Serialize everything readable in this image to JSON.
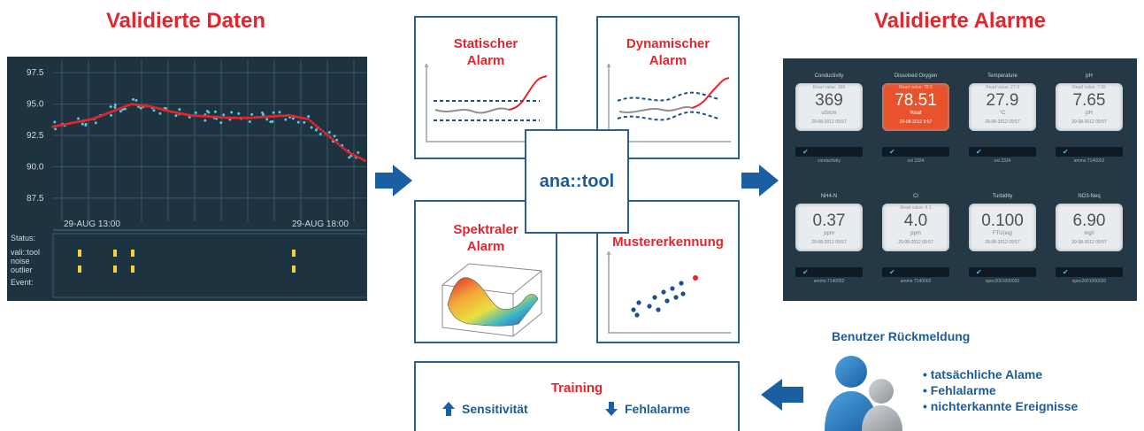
{
  "left_title": "Validierte Daten",
  "right_title": "Validierte Alarme",
  "center_label": "ana::tool",
  "panels": {
    "static": "Statischer\nAlarm",
    "dynamic": "Dynamischer\nAlarm",
    "spectral": "Spektraler\nAlarm",
    "pattern": "Mustererkennung"
  },
  "training": {
    "title": "Training",
    "up_label": "Sensitivität",
    "down_label": "Fehlalarme"
  },
  "feedback": {
    "title": "Benutzer Rückmeldung",
    "bullets": [
      "• tatsächliche Alame",
      "• Fehlalarme",
      "• nichterkannte Ereignisse"
    ]
  },
  "colors": {
    "red": "#e3262d",
    "blue": "#1d5c97",
    "arrow": "#1b5fa3"
  },
  "chart_data": {
    "type": "line",
    "y_ticks": [
      "97.5",
      "95.0",
      "92.5",
      "90.0",
      "87.5"
    ],
    "x_ticks": [
      "29-AUG 13:00",
      "29-AUG 18:00"
    ],
    "status_labels": [
      "Status:",
      "vali::tool",
      "noise",
      "outlier",
      "Event:"
    ],
    "ylim": [
      86.5,
      98.5
    ],
    "series": [
      {
        "values": [
          93.2,
          93.5,
          93.8,
          94.4,
          95.0,
          94.8,
          94.4,
          94.1,
          94.0,
          93.9,
          93.9,
          94.0,
          94.1,
          93.8,
          92.5,
          91.2,
          90.4
        ]
      }
    ]
  },
  "dashboard": {
    "tiles": [
      {
        "head": "Conductivity",
        "sub": "Read value: 369",
        "value": "369",
        "unit": "uS/cm",
        "date": "29-08-2012 09:57",
        "foot": "conductivity",
        "alarm": false
      },
      {
        "head": "Dissolved Oxygen",
        "sub": "Read value: 78.5",
        "value": "78.51",
        "unit": "%sat",
        "date": "29-08-2012 9:57",
        "foot": "oxi 2324",
        "alarm": true
      },
      {
        "head": "Temperature",
        "sub": "Read value: 27.9",
        "value": "27.9",
        "unit": "°C",
        "date": "29-08-2012 09:57",
        "foot": "oxi 2324",
        "alarm": false
      },
      {
        "head": "pH",
        "sub": "Read value: 7.65",
        "value": "7.65",
        "unit": "pH",
        "date": "29-08-2012 09:57",
        "foot": "ammo 7140002",
        "alarm": false
      },
      {
        "head": "NH4-N",
        "sub": "",
        "value": "0.37",
        "unit": "ppm",
        "date": "29-08-2012 09:57",
        "foot": "ammo 7140002",
        "alarm": false
      },
      {
        "head": "Cl",
        "sub": "Read value: 4.1",
        "value": "4.0",
        "unit": "ppm",
        "date": "29-08-2012 09:57",
        "foot": "ammo 7140002",
        "alarm": false
      },
      {
        "head": "Turbidity",
        "sub": "",
        "value": "0.100",
        "unit": "FTU(eq)",
        "date": "29-08-2012 09:57",
        "foot": "spec2001000020",
        "alarm": false
      },
      {
        "head": "NO3-Neq",
        "sub": "",
        "value": "6.90",
        "unit": "mg/l",
        "date": "29-08-2012 09:57",
        "foot": "spec2001000020",
        "alarm": false
      }
    ]
  }
}
